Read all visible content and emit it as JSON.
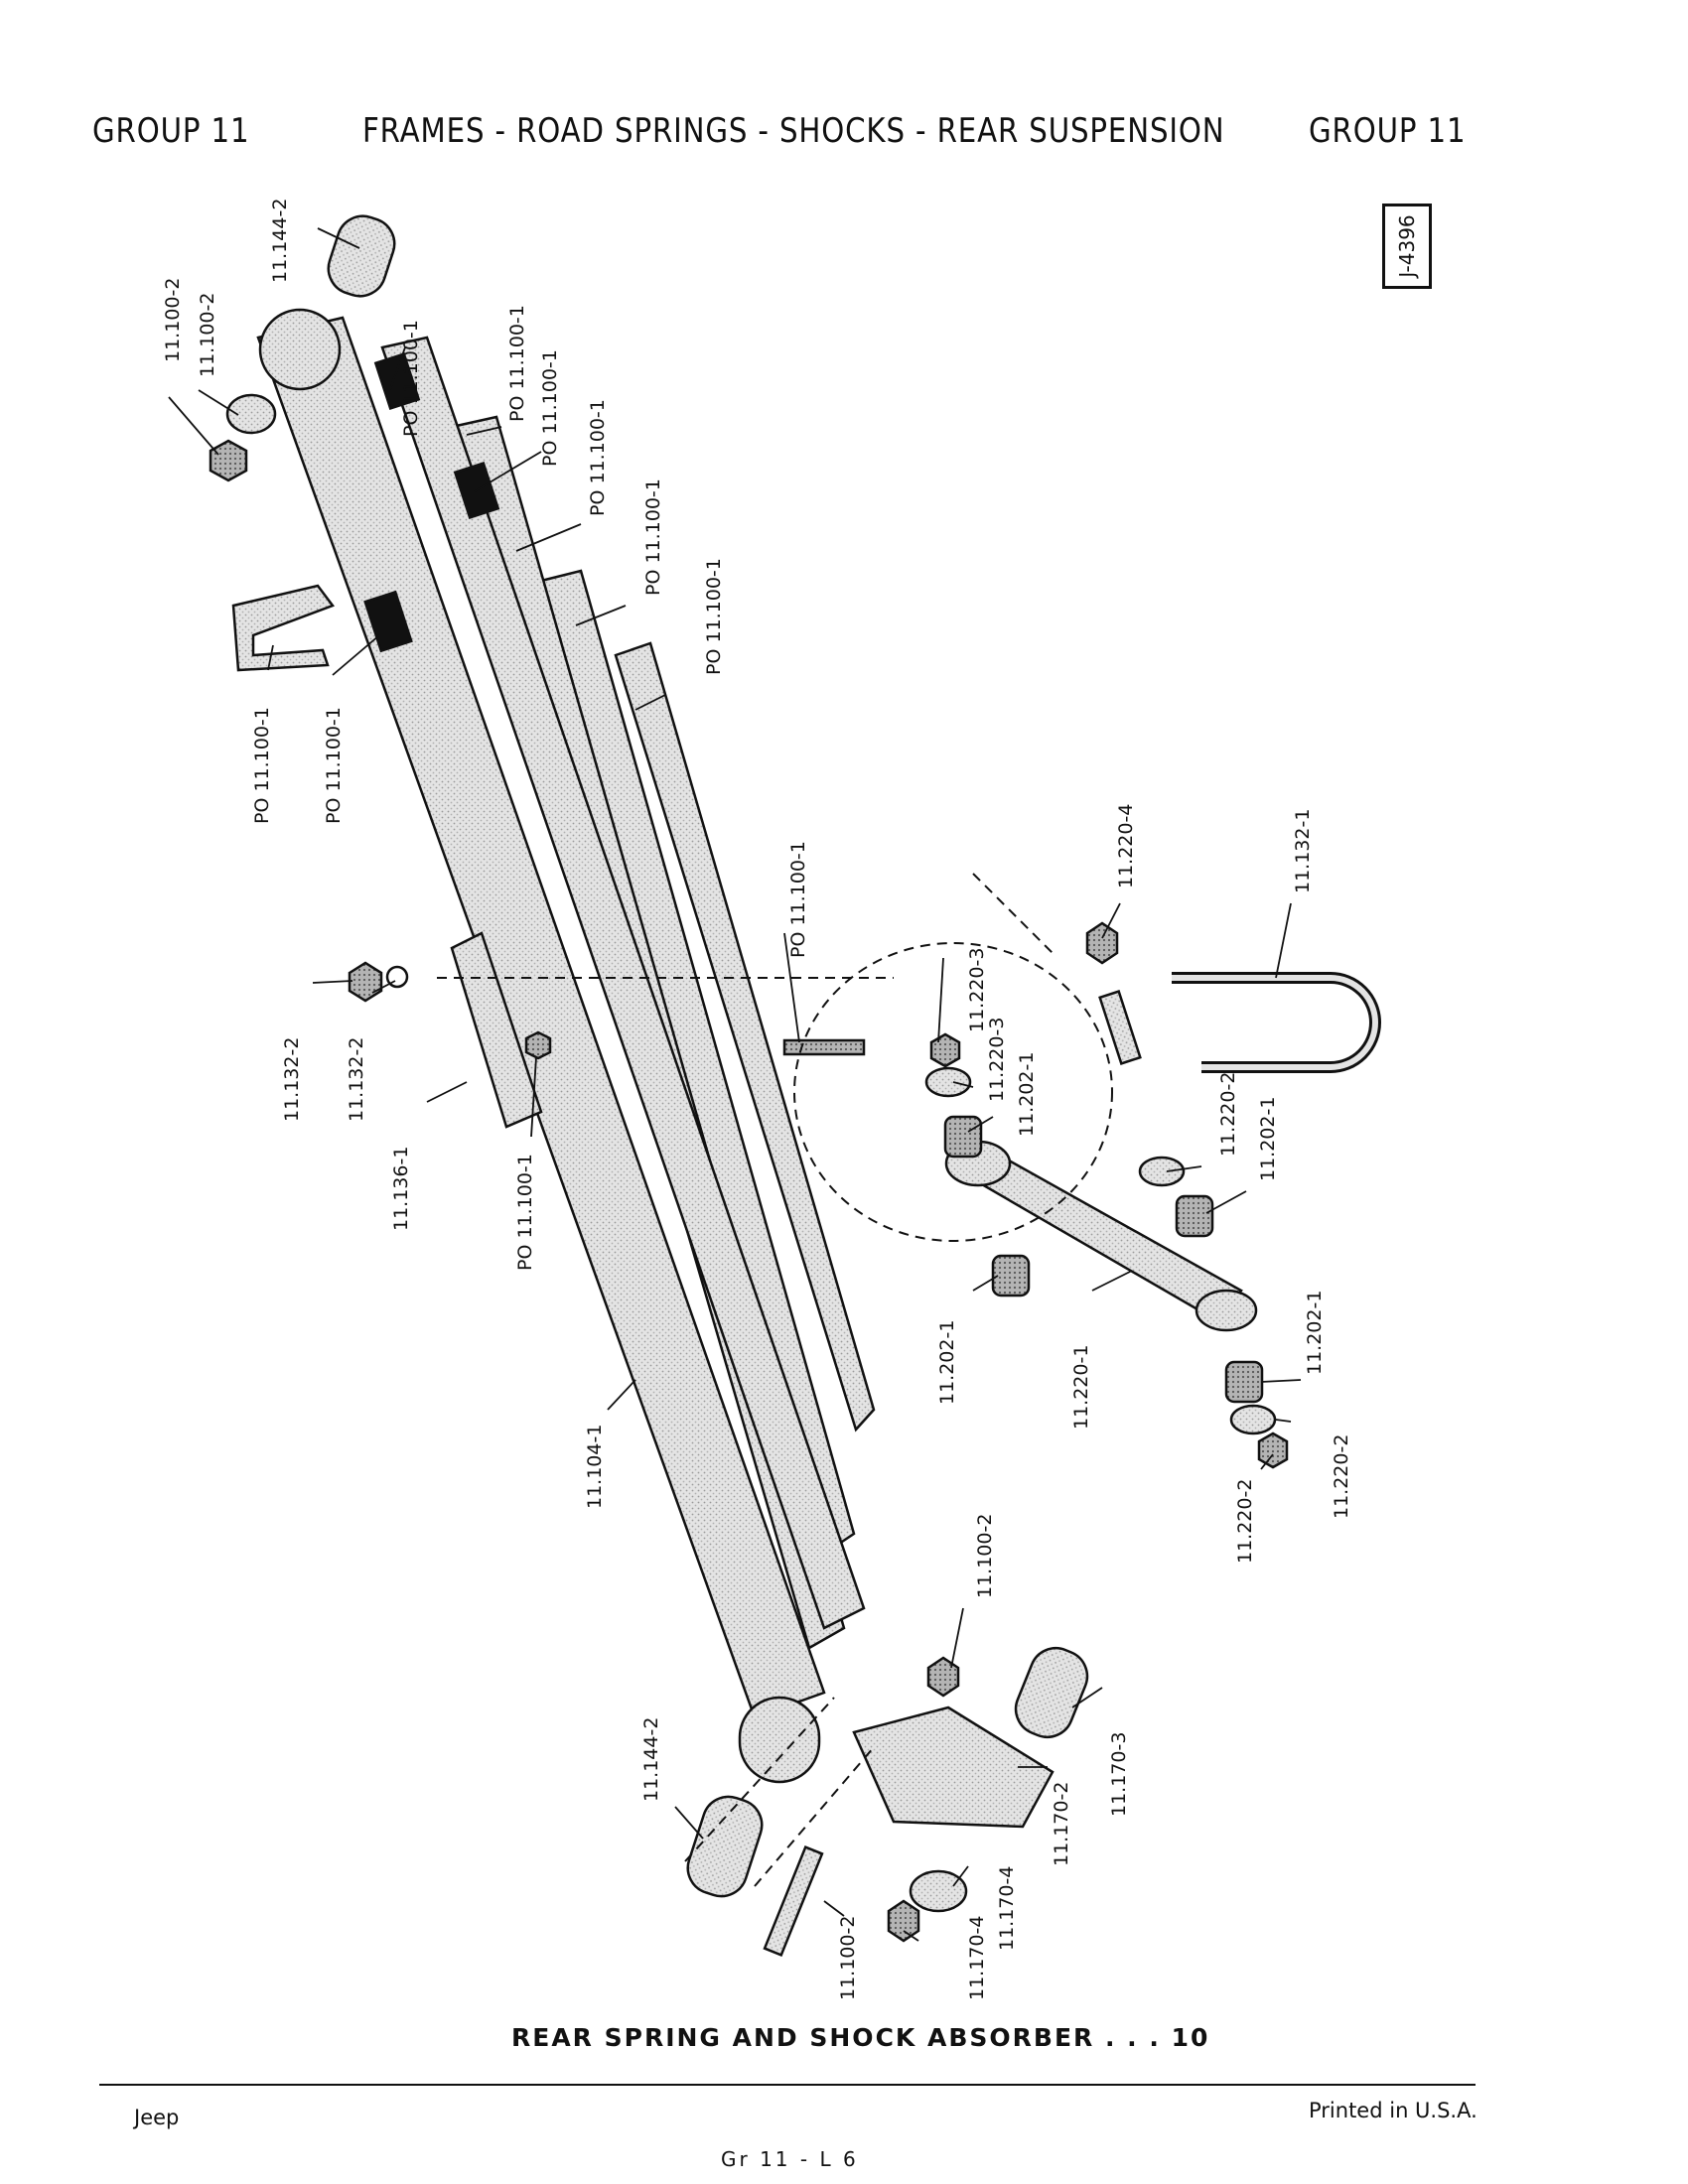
{
  "header": {
    "left": "GROUP 11",
    "center": "FRAMES - ROAD SPRINGS - SHOCKS - REAR SUSPENSION",
    "right": "GROUP 11"
  },
  "figure_code": "J-4396",
  "caption": "REAR SPRING AND SHOCK ABSORBER . . . 10",
  "footer": {
    "left": "Jeep",
    "center": "Gr 11 - L 6",
    "right": "Printed in U.S.A."
  },
  "callouts": [
    "11.144-2",
    "11.100-2",
    "11.100-2",
    "PO 11.100-1",
    "PO 11.100-1",
    "PO 11.100-1",
    "PO 11.100-1",
    "PO 11.100-1",
    "PO 11.100-1",
    "PO 11.100-1",
    "PO 11.100-1",
    "PO 11.100-1",
    "11.220-4",
    "11.132-1",
    "11.220-3",
    "11.220-3",
    "11.202-1",
    "11.220-2",
    "11.202-1",
    "11.132-2",
    "11.132-2",
    "11.136-1",
    "PO 11.100-1",
    "11.202-1",
    "11.220-1",
    "11.202-1",
    "11.220-2",
    "11.220-2",
    "11.104-1",
    "11.100-2",
    "11.170-3",
    "11.144-2",
    "11.170-2",
    "11.100-2",
    "11.170-4",
    "11.170-4"
  ]
}
